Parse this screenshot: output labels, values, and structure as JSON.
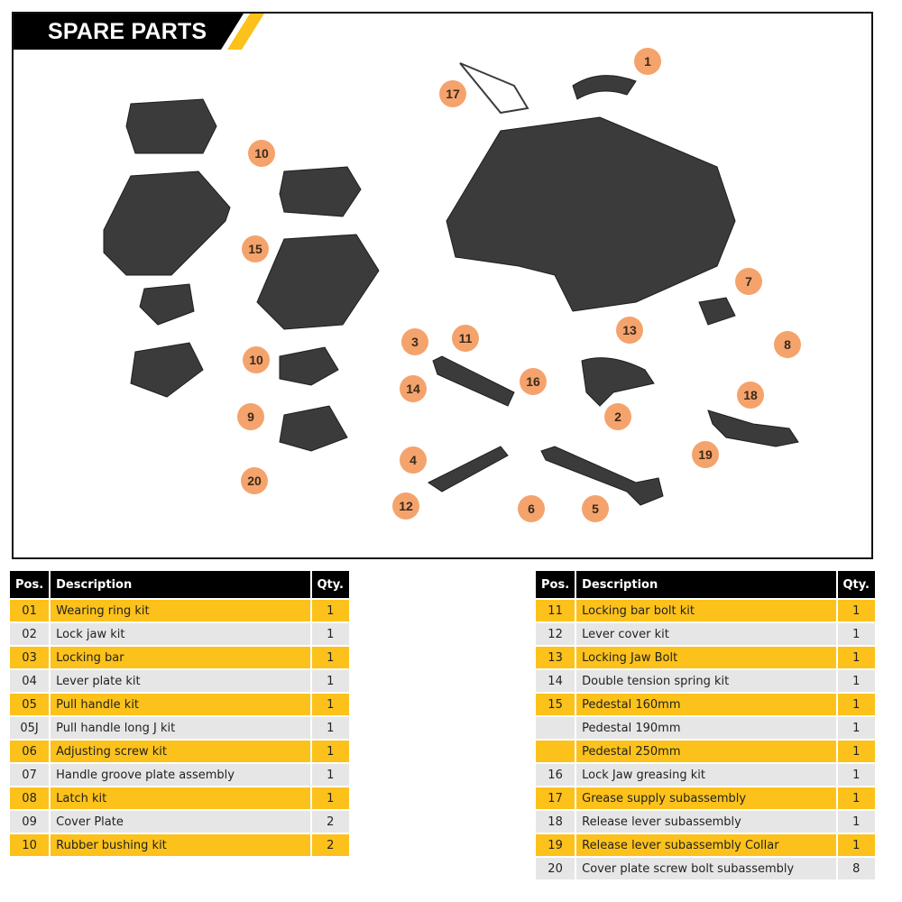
{
  "header": {
    "title": "SPARE PARTS"
  },
  "colors": {
    "accent": "#fcc21b",
    "callout": "#f5a36c",
    "row_alt": "#e6e6e6",
    "header_bg": "#000000",
    "part_fill": "#3b3b3b"
  },
  "callouts": [
    "1",
    "17",
    "10",
    "15",
    "10",
    "9",
    "20",
    "7",
    "8",
    "3",
    "11",
    "13",
    "14",
    "16",
    "2",
    "18",
    "19",
    "4",
    "6",
    "5",
    "12"
  ],
  "table_left": {
    "headers": {
      "pos": "Pos.",
      "description": "Description",
      "qty": "Qty."
    },
    "rows": [
      {
        "pos": "01",
        "description": "Wearing ring kit",
        "qty": "1"
      },
      {
        "pos": "02",
        "description": "Lock jaw kit",
        "qty": "1"
      },
      {
        "pos": "03",
        "description": "Locking bar",
        "qty": "1"
      },
      {
        "pos": "04",
        "description": "Lever plate kit",
        "qty": "1"
      },
      {
        "pos": "05",
        "description": "Pull handle kit",
        "qty": "1"
      },
      {
        "pos": "05J",
        "description": "Pull handle long J kit",
        "qty": "1"
      },
      {
        "pos": "06",
        "description": "Adjusting screw kit",
        "qty": "1"
      },
      {
        "pos": "07",
        "description": "Handle groove plate assembly",
        "qty": "1"
      },
      {
        "pos": "08",
        "description": "Latch kit",
        "qty": "1"
      },
      {
        "pos": "09",
        "description": "Cover Plate",
        "qty": "2"
      },
      {
        "pos": "10",
        "description": "Rubber bushing kit",
        "qty": "2"
      }
    ]
  },
  "table_right": {
    "headers": {
      "pos": "Pos.",
      "description": "Description",
      "qty": "Qty."
    },
    "rows": [
      {
        "pos": "11",
        "description": "Locking bar bolt kit",
        "qty": "1"
      },
      {
        "pos": "12",
        "description": "Lever cover kit",
        "qty": "1"
      },
      {
        "pos": "13",
        "description": "Locking Jaw Bolt",
        "qty": "1"
      },
      {
        "pos": "14",
        "description": "Double tension spring kit",
        "qty": "1"
      },
      {
        "pos": "15",
        "description": "Pedestal 160mm",
        "qty": "1"
      },
      {
        "pos": "",
        "description": "Pedestal 190mm",
        "qty": "1"
      },
      {
        "pos": "",
        "description": "Pedestal 250mm",
        "qty": "1"
      },
      {
        "pos": "16",
        "description": "Lock Jaw greasing kit",
        "qty": "1"
      },
      {
        "pos": "17",
        "description": "Grease supply subassembly",
        "qty": "1"
      },
      {
        "pos": "18",
        "description": "Release lever subassembly",
        "qty": "1"
      },
      {
        "pos": "19",
        "description": "Release lever subassembly Collar",
        "qty": "1"
      },
      {
        "pos": "20",
        "description": "Cover plate screw bolt subassembly",
        "qty": "8"
      }
    ]
  }
}
